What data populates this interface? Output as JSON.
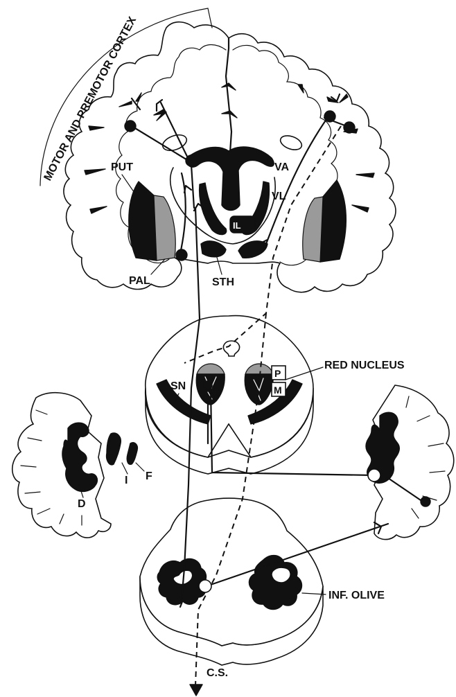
{
  "labels": {
    "cortex": "MOTOR AND PREMOTOR CORTEX",
    "put": "PUT",
    "pal": "PAL",
    "va": "VA",
    "vl": "VL",
    "il": "IL",
    "sth": "STH",
    "red_nucleus": "RED NUCLEUS",
    "p": "P",
    "m": "M",
    "sn": "SN",
    "d": "D",
    "i": "I",
    "f": "F",
    "inf_olive": "INF. OLIVE",
    "cs": "C.S."
  }
}
